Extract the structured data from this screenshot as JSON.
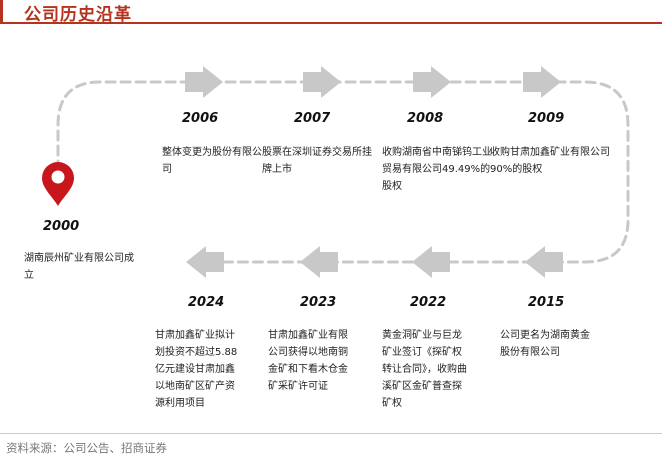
{
  "header": {
    "title": "公司历史沿革"
  },
  "timeline": [
    {
      "year": "2000",
      "desc": "湖南辰州矿业有限公司成立"
    },
    {
      "year": "2006",
      "desc": "整体变更为股份有限公司"
    },
    {
      "year": "2007",
      "desc": "股票在深圳证券交易所挂牌上市"
    },
    {
      "year": "2008",
      "desc": "收购湖南省中南锑钨工业贸易有限公司49.49%的股权"
    },
    {
      "year": "2009",
      "desc": "收购甘肃加鑫矿业有限公司90%的股权"
    },
    {
      "year": "2015",
      "desc": "公司更名为湖南黄金股份有限公司"
    },
    {
      "year": "2022",
      "desc": "黄金洞矿业与巨龙矿业签订《探矿权转让合同》，收购曲溪矿区金矿普查探矿权"
    },
    {
      "year": "2023",
      "desc": "甘肃加鑫矿业有限公司获得以地南铜金矿和下看木仓金矿采矿许可证"
    },
    {
      "year": "2024",
      "desc": "甘肃加鑫矿业拟计划投资不超过5.88亿元建设甘肃加鑫以地南矿区矿产资源利用项目"
    }
  ],
  "footer": {
    "source": "资料来源：公司公告、招商证券"
  },
  "colors": {
    "accent": "#b5331f",
    "pin": "#c8161d",
    "arrow": "#c8c8c8",
    "path": "#c8c8c8"
  },
  "icons": {
    "pin": "map-pin-icon",
    "arrow": "arrow-icon"
  }
}
